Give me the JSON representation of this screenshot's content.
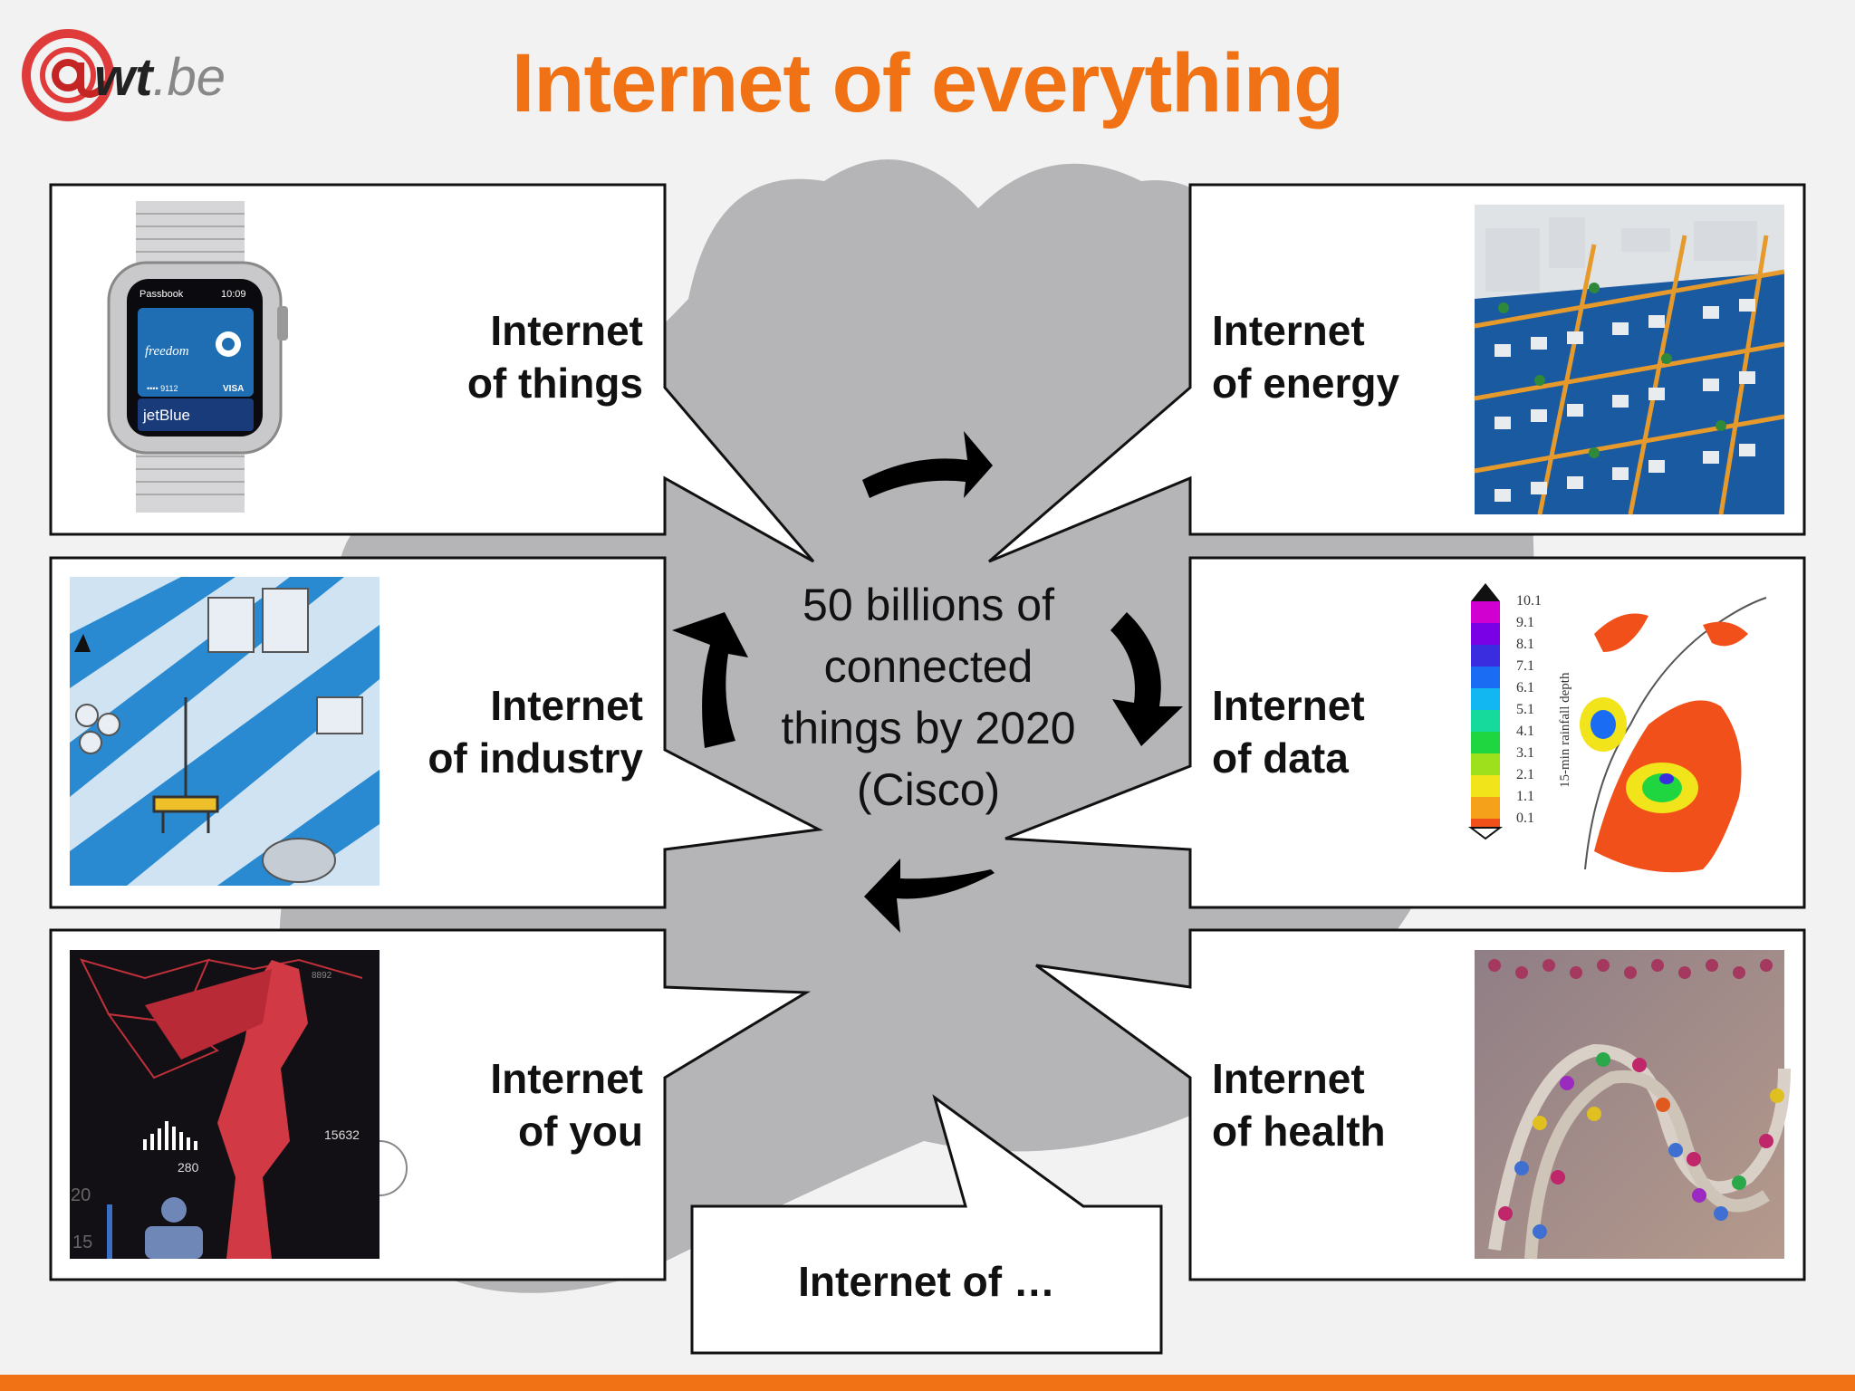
{
  "header": {
    "title": "Internet of everything",
    "logo_text_bold": "wt",
    "logo_text_suffix": ".be"
  },
  "center": {
    "line1": "50 billions of",
    "line2": "connected",
    "line3": "things by 2020",
    "line4": "(Cisco)"
  },
  "panels": {
    "things": {
      "line1": "Internet",
      "line2": "of things"
    },
    "energy": {
      "line1": "Internet",
      "line2": "of energy"
    },
    "industry": {
      "line1": "Internet",
      "line2": "of industry"
    },
    "data": {
      "line1": "Internet",
      "line2": "of data"
    },
    "you": {
      "line1": "Internet",
      "line2": "of you"
    },
    "health": {
      "line1": "Internet",
      "line2": "of health"
    },
    "more": {
      "label": "Internet of …"
    }
  },
  "watch": {
    "app": "Passbook",
    "time": "10:09",
    "card_brand": "freedom",
    "card_network": "VISA",
    "card_number": "•••• 9112",
    "pass_name": "jetBlue"
  },
  "rainfall_map": {
    "axis_label": "15-min rainfall depth",
    "scale_values": [
      "10.1",
      "9.1",
      "8.1",
      "7.1",
      "6.1",
      "5.1",
      "4.1",
      "3.1",
      "2.1",
      "1.1",
      "0.1"
    ]
  },
  "fitness": {
    "value_a": "15632",
    "value_b": "280",
    "value_c": "20",
    "value_d": "15",
    "value_e": "8892"
  },
  "colors": {
    "accent": "#f07214",
    "cloud": "#b5b4b6",
    "panel_border": "#111111"
  }
}
